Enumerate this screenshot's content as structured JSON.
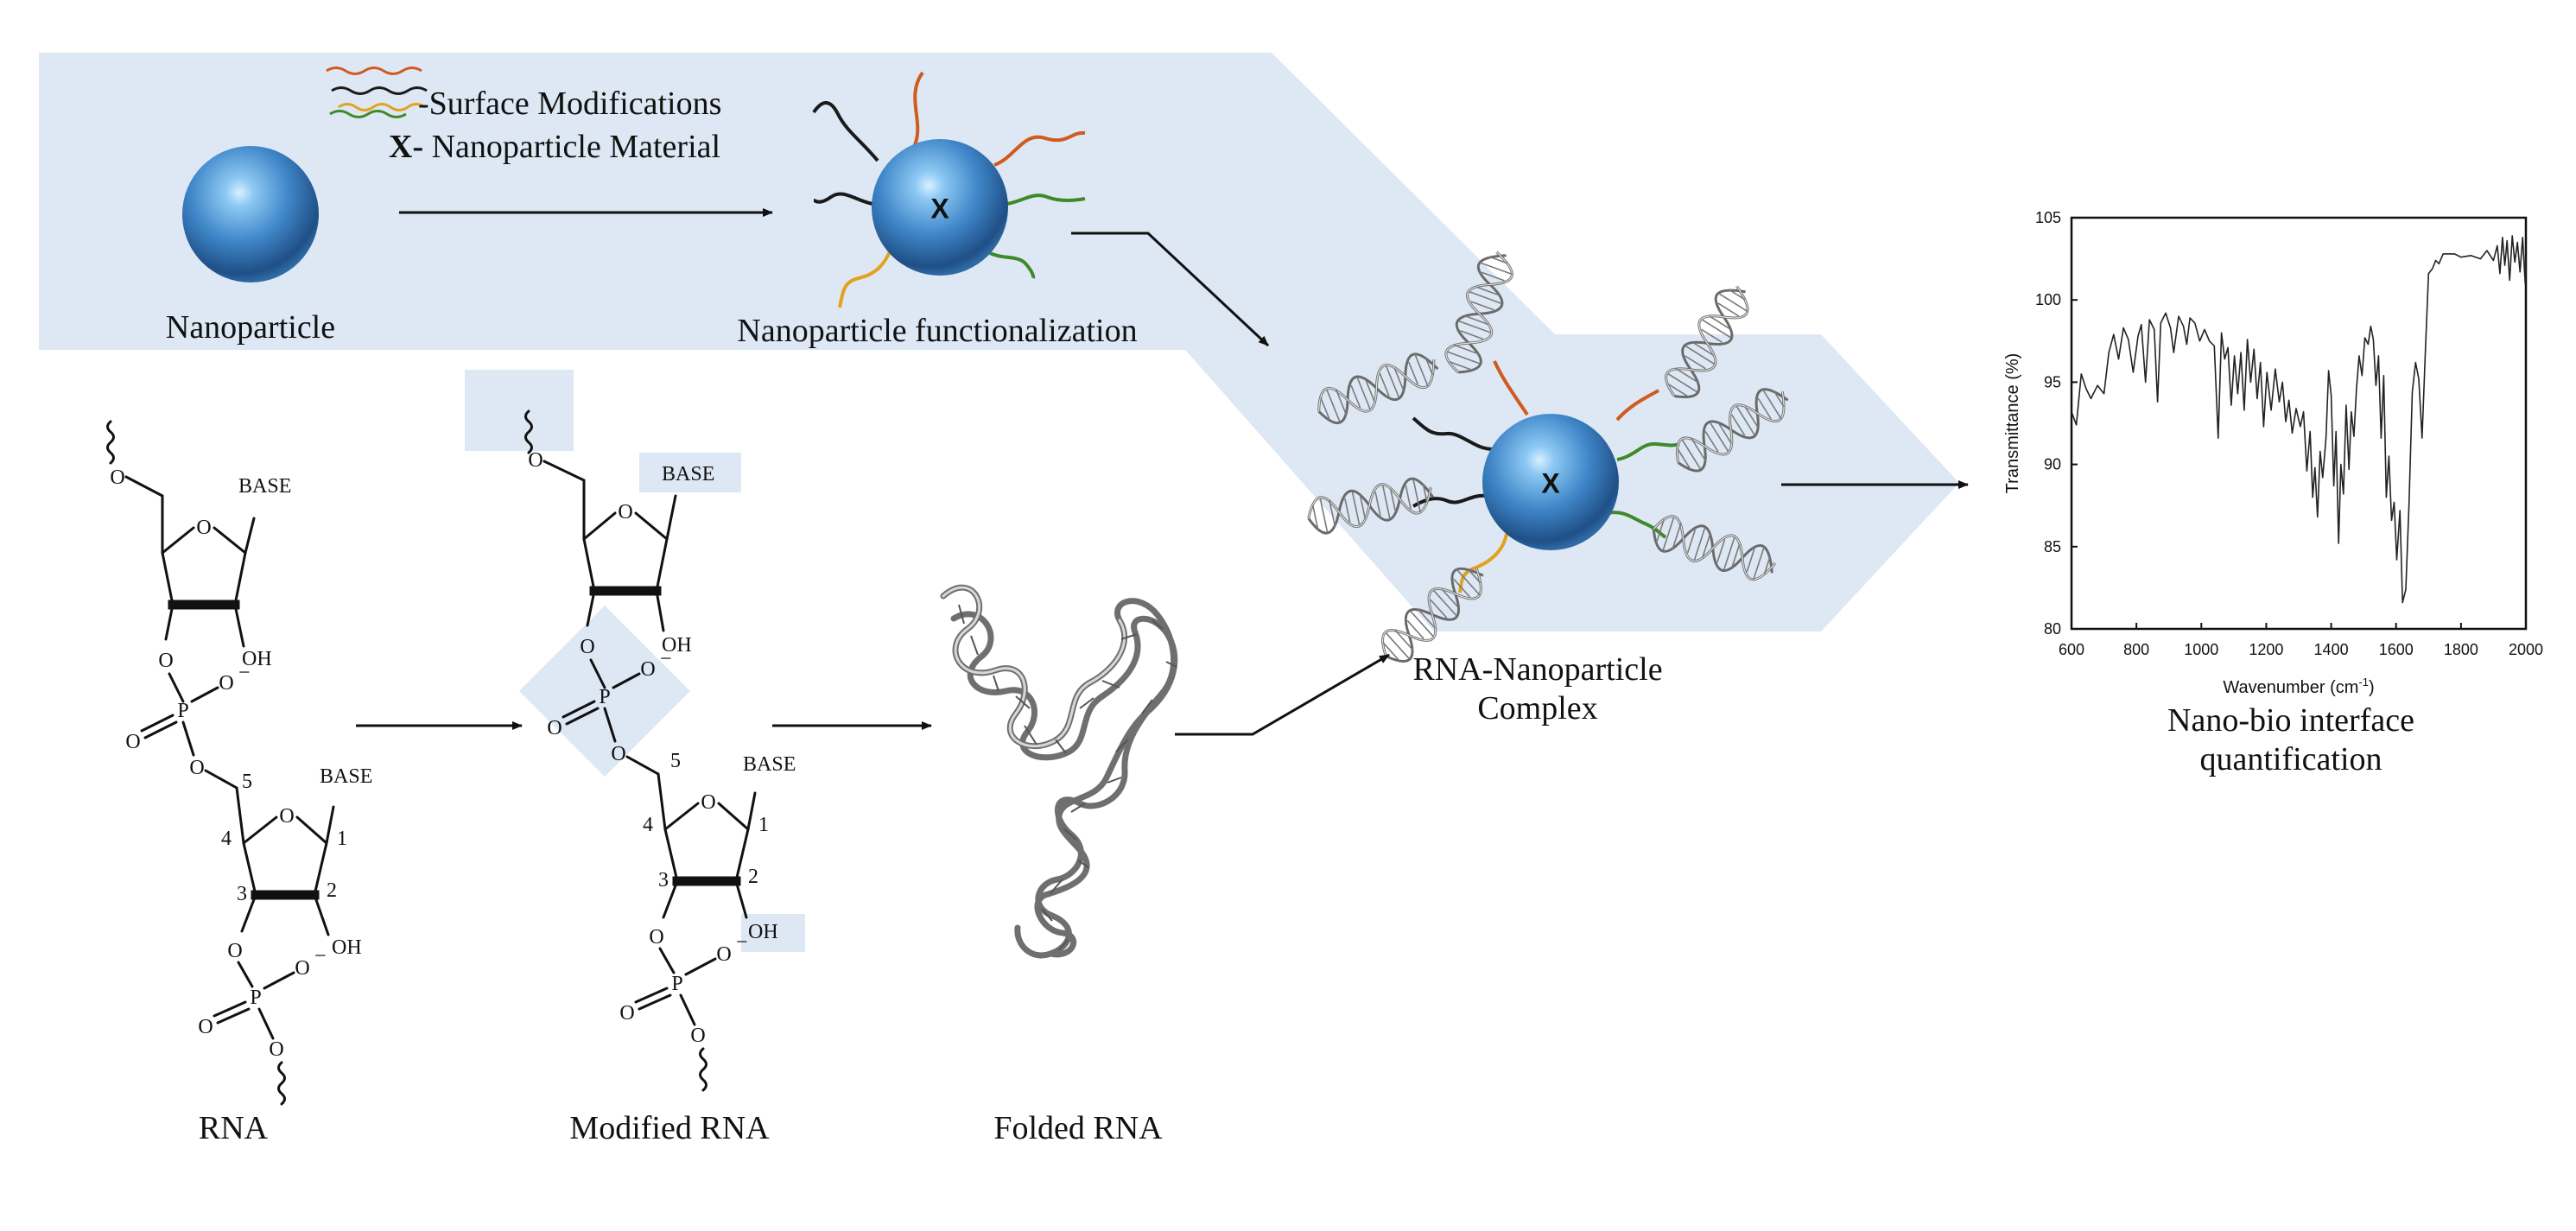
{
  "legend": {
    "surface_modifications": "-Surface Modifications",
    "material_prefix": "X-",
    "material_label": " Nanoparticle Material"
  },
  "labels": {
    "nanoparticle": "Nanoparticle",
    "functionalization": "Nanoparticle functionalization",
    "complex_line1": "RNA-Nanoparticle",
    "complex_line2": "Complex",
    "quant_line1": "Nano-bio interface",
    "quant_line2": "quantification",
    "rna": "RNA",
    "modified_rna": "Modified RNA",
    "folded_rna": "Folded RNA",
    "particle_x": "X"
  },
  "chemistry": {
    "base": "BASE",
    "oh": "OH",
    "o": "O",
    "p": "P",
    "minus": "−",
    "atom_numbers": [
      "1",
      "2",
      "3",
      "4",
      "5"
    ]
  },
  "colors": {
    "band": "#dde8f4",
    "ligand_orange": "#d15a1e",
    "ligand_black": "#1a1a1a",
    "ligand_green": "#3e8a2a",
    "ligand_yellow": "#e2a21e",
    "sphere": "#3f86c8"
  },
  "chart_data": {
    "type": "line",
    "title": "",
    "xlabel": "Wavenumber (cm",
    "xlabel_sup": "-1",
    "xlabel_close": ")",
    "ylabel": "Transmittance (%)",
    "xlim": [
      600,
      2000
    ],
    "ylim": [
      80,
      105
    ],
    "xticks": [
      600,
      800,
      1000,
      1200,
      1400,
      1600,
      1800,
      2000
    ],
    "yticks": [
      80,
      85,
      90,
      95,
      100,
      105
    ],
    "grid": false,
    "series": [
      {
        "values": [
          [
            600,
            93.2
          ],
          [
            615,
            92.4
          ],
          [
            630,
            95.5
          ],
          [
            645,
            94.6
          ],
          [
            660,
            94.0
          ],
          [
            680,
            94.8
          ],
          [
            700,
            94.3
          ],
          [
            715,
            96.8
          ],
          [
            730,
            97.9
          ],
          [
            745,
            96.4
          ],
          [
            760,
            98.3
          ],
          [
            775,
            97.6
          ],
          [
            790,
            95.6
          ],
          [
            805,
            97.8
          ],
          [
            815,
            98.5
          ],
          [
            828,
            95.0
          ],
          [
            840,
            98.8
          ],
          [
            855,
            98.2
          ],
          [
            865,
            93.8
          ],
          [
            875,
            98.6
          ],
          [
            890,
            99.2
          ],
          [
            905,
            98.3
          ],
          [
            915,
            96.8
          ],
          [
            930,
            99.0
          ],
          [
            945,
            98.4
          ],
          [
            955,
            97.3
          ],
          [
            965,
            98.9
          ],
          [
            980,
            98.6
          ],
          [
            995,
            97.5
          ],
          [
            1010,
            98.2
          ],
          [
            1025,
            97.5
          ],
          [
            1040,
            97.2
          ],
          [
            1052,
            91.6
          ],
          [
            1062,
            98.0
          ],
          [
            1072,
            96.4
          ],
          [
            1082,
            97.1
          ],
          [
            1092,
            93.6
          ],
          [
            1102,
            96.6
          ],
          [
            1112,
            94.3
          ],
          [
            1122,
            96.8
          ],
          [
            1132,
            93.3
          ],
          [
            1142,
            97.6
          ],
          [
            1152,
            95.0
          ],
          [
            1162,
            97.0
          ],
          [
            1172,
            94.0
          ],
          [
            1182,
            96.2
          ],
          [
            1192,
            92.3
          ],
          [
            1202,
            95.6
          ],
          [
            1215,
            93.3
          ],
          [
            1228,
            95.8
          ],
          [
            1240,
            93.8
          ],
          [
            1250,
            95.0
          ],
          [
            1260,
            92.6
          ],
          [
            1270,
            93.9
          ],
          [
            1280,
            91.9
          ],
          [
            1292,
            93.4
          ],
          [
            1305,
            92.3
          ],
          [
            1315,
            93.2
          ],
          [
            1325,
            89.6
          ],
          [
            1335,
            92.0
          ],
          [
            1343,
            88.0
          ],
          [
            1350,
            89.8
          ],
          [
            1358,
            86.8
          ],
          [
            1366,
            90.8
          ],
          [
            1374,
            89.2
          ],
          [
            1384,
            91.6
          ],
          [
            1392,
            95.7
          ],
          [
            1400,
            94.2
          ],
          [
            1408,
            88.7
          ],
          [
            1415,
            92.0
          ],
          [
            1423,
            85.2
          ],
          [
            1430,
            90.0
          ],
          [
            1438,
            88.2
          ],
          [
            1446,
            93.6
          ],
          [
            1455,
            89.7
          ],
          [
            1462,
            93.2
          ],
          [
            1470,
            91.7
          ],
          [
            1478,
            94.6
          ],
          [
            1486,
            96.6
          ],
          [
            1495,
            95.4
          ],
          [
            1504,
            97.7
          ],
          [
            1514,
            97.3
          ],
          [
            1522,
            98.4
          ],
          [
            1530,
            97.6
          ],
          [
            1538,
            94.8
          ],
          [
            1546,
            96.6
          ],
          [
            1554,
            91.6
          ],
          [
            1562,
            95.4
          ],
          [
            1570,
            88.0
          ],
          [
            1578,
            90.5
          ],
          [
            1586,
            86.6
          ],
          [
            1594,
            87.7
          ],
          [
            1602,
            84.2
          ],
          [
            1612,
            87.2
          ],
          [
            1620,
            81.6
          ],
          [
            1630,
            82.4
          ],
          [
            1640,
            87.6
          ],
          [
            1650,
            94.4
          ],
          [
            1660,
            96.2
          ],
          [
            1670,
            95.2
          ],
          [
            1680,
            91.6
          ],
          [
            1690,
            96.7
          ],
          [
            1700,
            101.6
          ],
          [
            1712,
            101.9
          ],
          [
            1722,
            102.4
          ],
          [
            1732,
            102.2
          ],
          [
            1745,
            102.8
          ],
          [
            1780,
            102.8
          ],
          [
            1800,
            102.6
          ],
          [
            1830,
            102.7
          ],
          [
            1860,
            102.5
          ],
          [
            1880,
            103.0
          ],
          [
            1900,
            102.4
          ],
          [
            1912,
            103.3
          ],
          [
            1920,
            101.6
          ],
          [
            1928,
            103.8
          ],
          [
            1935,
            102.1
          ],
          [
            1942,
            103.6
          ],
          [
            1950,
            101.2
          ],
          [
            1958,
            103.9
          ],
          [
            1966,
            102.3
          ],
          [
            1974,
            103.5
          ],
          [
            1982,
            101.7
          ],
          [
            1990,
            103.8
          ],
          [
            1998,
            101.0
          ],
          [
            2000,
            102.6
          ]
        ]
      }
    ]
  }
}
